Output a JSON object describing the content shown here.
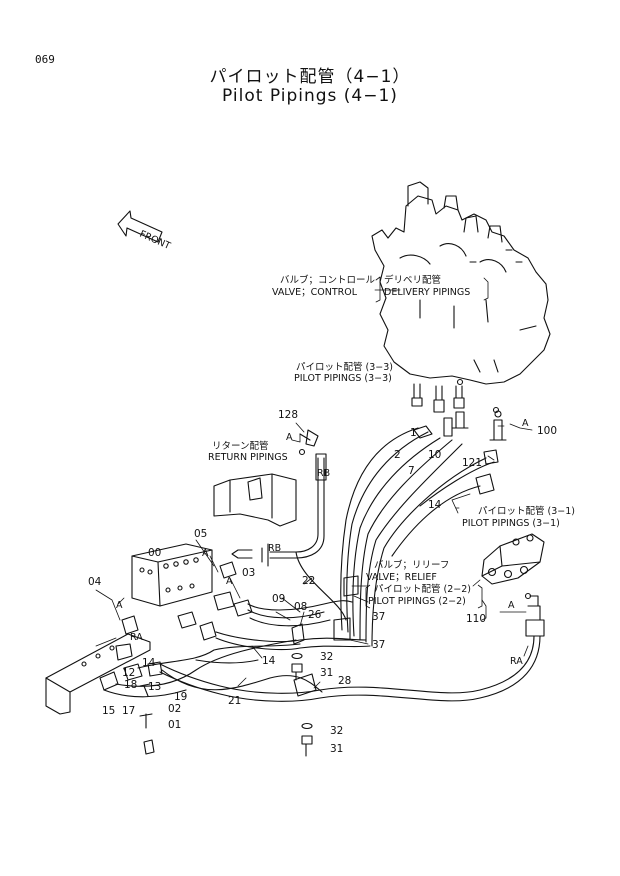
{
  "page_number": "069",
  "title_jp": "パイロット配管（4−1）",
  "title_en": "Pilot Pipings (4−1)",
  "front_label": "FRONT",
  "callouts": {
    "valve_control_jp": "バルブ；コントロール",
    "valve_control_en": "VALVE；CONTROL",
    "delivery_jp": "デリベリ配管",
    "delivery_en": "DELIVERY PIPINGS",
    "pilot33_jp": "パイロット配管 (3−3)",
    "pilot33_en": "PILOT PIPINGS (3−3)",
    "return_jp": "リターン配管",
    "return_en": "RETURN PIPINGS",
    "pilot31_jp": "パイロット配管 (3−1)",
    "pilot31_en": "PILOT PIPINGS (3−1)",
    "relief_jp": "バルブ；リリーフ",
    "relief_en": "VALVE；RELIEF",
    "pilot22_jp": "パイロット配管 (2−2)",
    "pilot22_en": "PILOT PIPINGS (2−2)"
  },
  "part_numbers": {
    "p128": "128",
    "p05": "05",
    "p00": "00",
    "p03": "03",
    "p04": "04",
    "p09": "09",
    "p08": "08",
    "p26": "26",
    "p22": "22",
    "p37a": "37",
    "p37b": "37",
    "p100": "100",
    "p121": "121",
    "p14a": "14",
    "p14b": "14",
    "p110": "110",
    "p32a": "32",
    "p31a": "31",
    "p28": "28",
    "p21": "21",
    "p32b": "32",
    "p31b": "31",
    "p15": "15",
    "p17": "17",
    "p19": "19",
    "p02": "02",
    "p01": "01",
    "p18": "18",
    "p12": "12",
    "p13": "13",
    "p14c": "14",
    "p2": "2",
    "p7": "7",
    "p1": "1",
    "p10": "10"
  },
  "markers": {
    "A1": "A",
    "A2": "A",
    "A3": "A",
    "A4": "A",
    "A5": "A",
    "A6": "A",
    "RB1": "RB",
    "RB2": "RB",
    "RA1": "RA",
    "RA2": "RA"
  }
}
